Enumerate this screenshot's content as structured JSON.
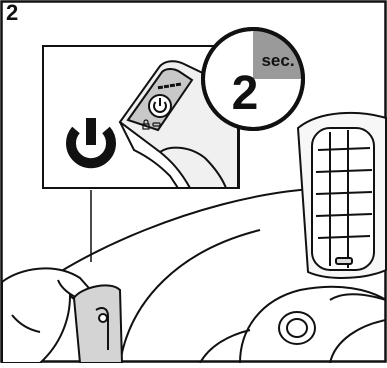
{
  "step": {
    "number": "2"
  },
  "timer": {
    "value": "2",
    "unit": "sec.",
    "elapsed_fraction": 0.25
  },
  "icons": {
    "power": "power-icon",
    "timer": "timer-icon",
    "battery": "battery-indicator-icon",
    "lock": "lock-icon"
  },
  "colors": {
    "ink": "#111111",
    "timer_fill": "#9a9a9a",
    "device_body": "#f2f2f2",
    "device_shade": "#cfcfcf",
    "background": "#ffffff"
  }
}
